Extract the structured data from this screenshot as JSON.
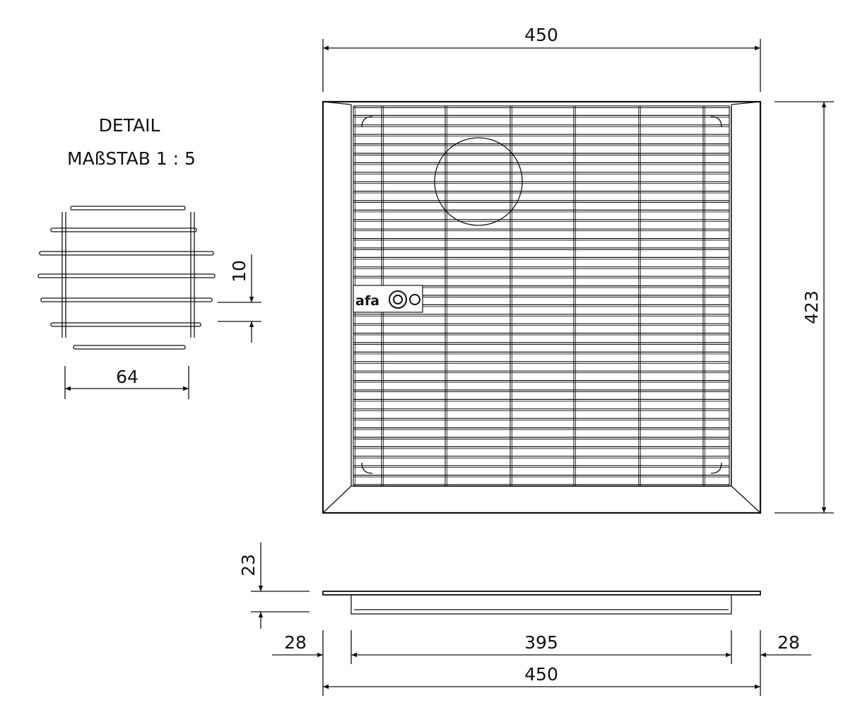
{
  "detail": {
    "title": "DETAIL",
    "scale": "MAßSTAB 1 : 5",
    "dim_pitch": "10",
    "dim_width": "64"
  },
  "top_view": {
    "dim_width": "450",
    "dim_height": "423",
    "logo_text": "afa"
  },
  "side_view": {
    "dim_thickness": "23",
    "dim_left_flange": "28",
    "dim_inner": "395",
    "dim_right_flange": "28",
    "dim_total": "450"
  }
}
